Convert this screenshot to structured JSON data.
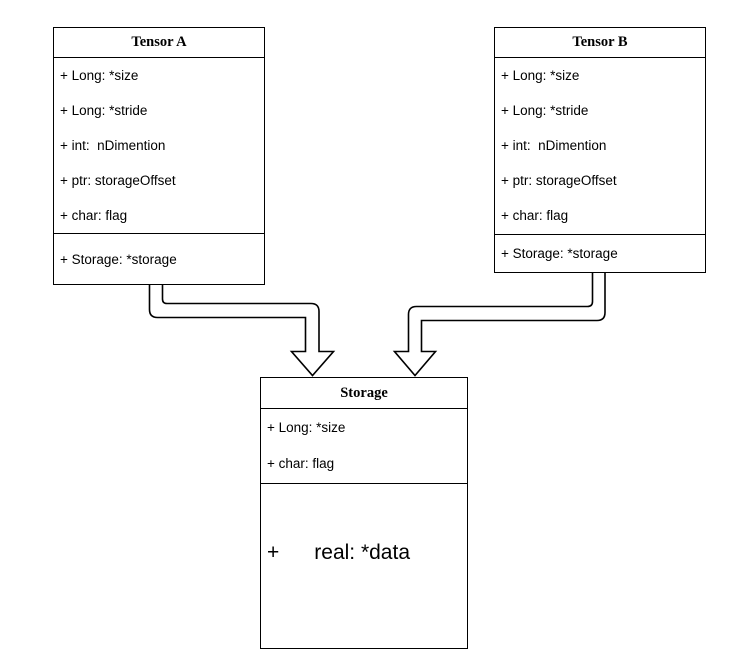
{
  "diagram": {
    "background_color": "#ffffff",
    "node_fill_color": "#ffffff",
    "line_color": "#000000"
  },
  "boxes": [
    {
      "title": "Tensor A",
      "fields": [
        "+ Long: *size",
        "+ Long: *stride",
        "+ int:  nDimention",
        "+ ptr: storageOffset",
        "+ char: flag"
      ],
      "fields2": [
        "+ Storage: *storage"
      ]
    },
    {
      "title": "Tensor B",
      "fields": [
        "+ Long: *size",
        "+ Long: *stride",
        "+ int:  nDimention",
        "+ ptr: storageOffset",
        "+ char: flag"
      ],
      "fields2": [
        "+ Storage: *storage"
      ]
    },
    {
      "title": "Storage",
      "fields": [
        "+ Long: *size",
        "+ char: flag"
      ],
      "fields2": [
        "+      real: *data"
      ]
    }
  ],
  "connections": [
    {
      "from": "Tensor A",
      "to": "Storage",
      "style": "hollow-block-arrow"
    },
    {
      "from": "Tensor B",
      "to": "Storage",
      "style": "hollow-block-arrow"
    }
  ]
}
